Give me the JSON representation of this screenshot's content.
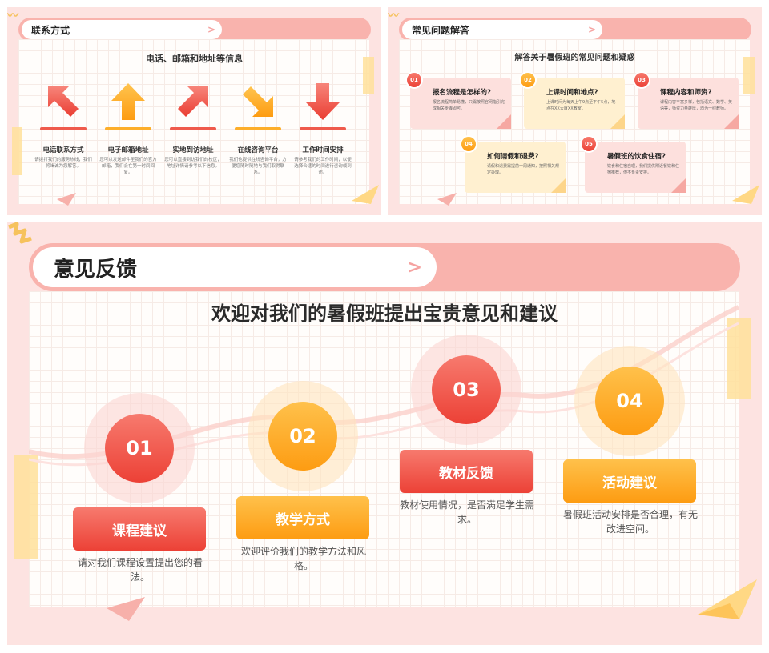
{
  "slide1": {
    "title": "联系方式",
    "subtitle": "电话、邮箱和地址等信息",
    "items": [
      {
        "label": "电话联系方式",
        "desc": "请拨打我们的服务热线，我们将竭诚为您解答。",
        "color": "#ef5a4c",
        "icon": "arrow-up-left-icon"
      },
      {
        "label": "电子邮箱地址",
        "desc": "您可以发送邮件至我们的官方邮箱，我们会在第一时间回复。",
        "color": "#fdae2a",
        "icon": "arrow-up-icon"
      },
      {
        "label": "实地到访地址",
        "desc": "您可以直接到访我们的校区，地址详情请参考以下信息。",
        "color": "#ef5a4c",
        "icon": "arrow-up-right-icon"
      },
      {
        "label": "在线咨询平台",
        "desc": "我们也提供在线咨询平台，方便您随时随地与我们取得联系。",
        "color": "#fdae2a",
        "icon": "arrow-down-right-icon"
      },
      {
        "label": "工作时间安排",
        "desc": "请参考我们的工作时间，以便选择合适的时间进行咨询或到访。",
        "color": "#ef5a4c",
        "icon": "arrow-down-icon"
      }
    ]
  },
  "slide2": {
    "title": "常见问题解答",
    "subtitle": "解答关于暑假班的常见问题和疑惑",
    "faqs": [
      {
        "num": "01",
        "q": "报名流程是怎样的?",
        "a": "报名流程简单易懂，只需按照官网指引完成相关步骤即可。",
        "theme": "red"
      },
      {
        "num": "02",
        "q": "上课时间和地点?",
        "a": "上课时间为每天上午9点至下午5点，地点在XX大厦XX教室。",
        "theme": "orange"
      },
      {
        "num": "03",
        "q": "课程内容和师资?",
        "a": "课程内容丰富多样，包括语文、数学、英语等，师资力量雄厚，均为一线教师。",
        "theme": "red"
      },
      {
        "num": "04",
        "q": "如何请假和退费?",
        "a": "请假和退费需提前一周通知，按照相关规定办理。",
        "theme": "orange"
      },
      {
        "num": "05",
        "q": "暑假班的饮食住宿?",
        "a": "饮食和住宿自理，我们提供附近餐饮和住宿推荐，但不负责安排。",
        "theme": "red"
      }
    ]
  },
  "slide3": {
    "title": "意见反馈",
    "subtitle": "欢迎对我们的暑假班提出宝贵意见和建议",
    "steps": [
      {
        "num": "01",
        "label": "课程建议",
        "desc": "请对我们课程设置提出您的看法。",
        "theme": "red"
      },
      {
        "num": "02",
        "label": "教学方式",
        "desc": "欢迎评价我们的教学方法和风格。",
        "theme": "orange"
      },
      {
        "num": "03",
        "label": "教材反馈",
        "desc": "教材使用情况，是否满足学生需求。",
        "theme": "red"
      },
      {
        "num": "04",
        "label": "活动建议",
        "desc": "暑假班活动安排是否合理，有无改进空间。",
        "theme": "orange"
      }
    ]
  },
  "colors": {
    "accent_red": "#ef5a4c",
    "accent_orange": "#fdae2a",
    "bar_pink": "#f9b3ad",
    "bg_pink": "#fde3e1"
  }
}
